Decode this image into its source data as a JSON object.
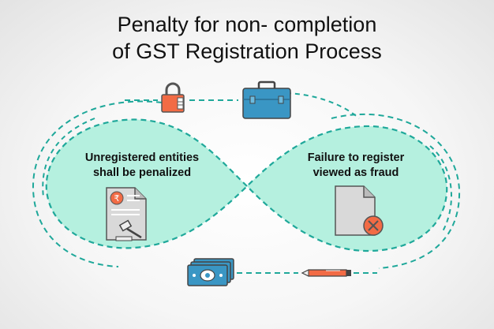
{
  "title": {
    "line1": "Penalty for non- completion",
    "line2": "of GST Registration Process"
  },
  "left_loop": {
    "line1": "Unregistered entities",
    "line2": "shall be penalized",
    "icon": "document-rupee-gavel-icon"
  },
  "right_loop": {
    "line1": "Failure to register",
    "line2": "viewed as fraud",
    "icon": "document-rejected-icon"
  },
  "top_icons": [
    "padlock-icon",
    "briefcase-icon"
  ],
  "bottom_icons": [
    "banknotes-icon",
    "pen-icon"
  ],
  "colors": {
    "teal_fill": "#b5f0df",
    "teal_line": "#1fa89a",
    "orange": "#f26b45",
    "blue": "#3a96c4",
    "grey_doc": "#d9d9d9"
  }
}
